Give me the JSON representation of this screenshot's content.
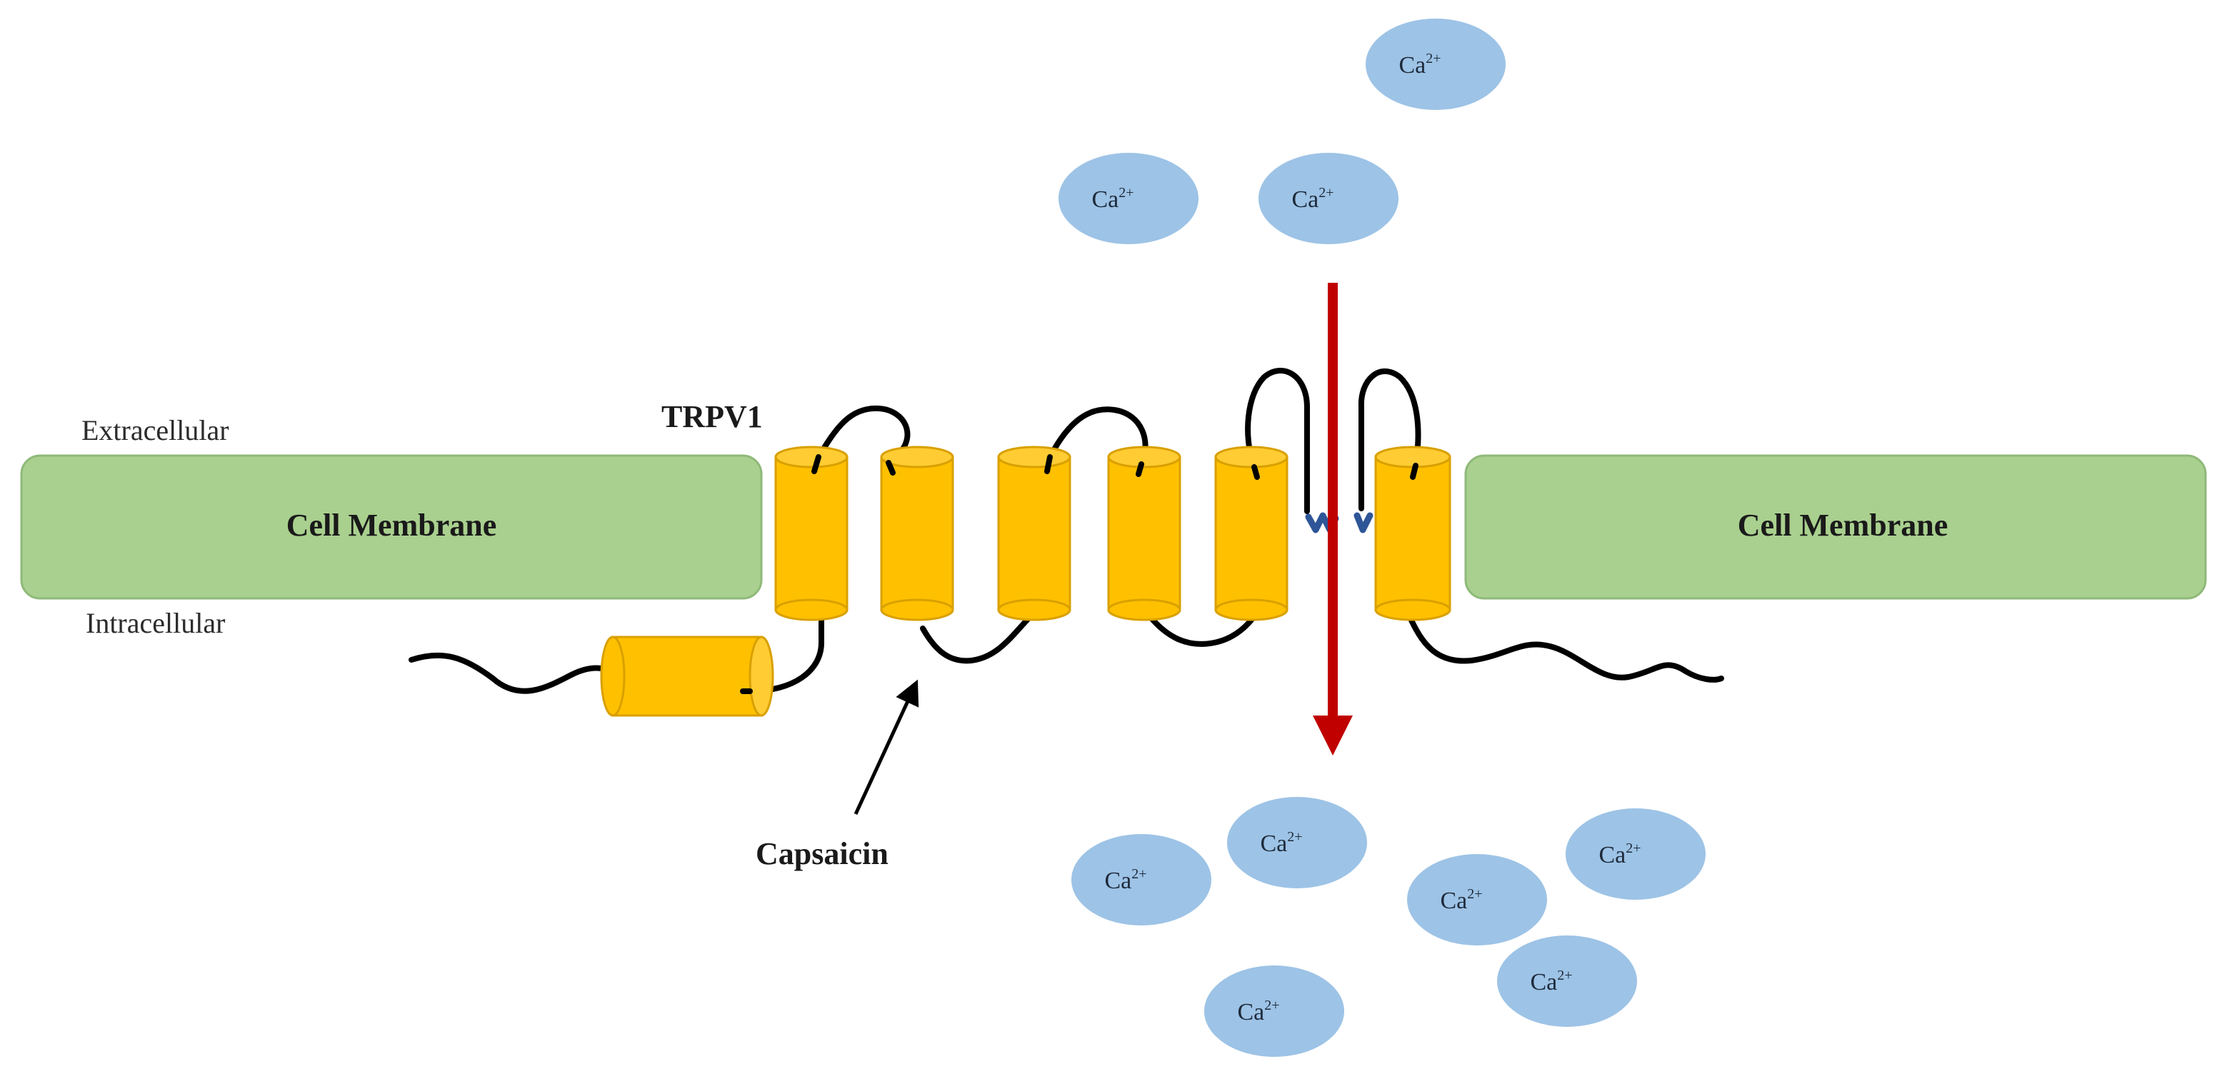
{
  "labels": {
    "extracellular": "Extracellular",
    "intracellular": "Intracellular",
    "channel": "TRPV1",
    "activator": "Capsaicin"
  },
  "membrane": {
    "left_label": "Cell Membrane",
    "right_label": "Cell Membrane"
  },
  "ion": {
    "symbol": "Ca",
    "charge": "2+",
    "extracellular_count": 3,
    "intracellular_count": 6
  },
  "colors": {
    "membrane_fill": "#a9d08e",
    "membrane_stroke": "#8fb97a",
    "helix_fill": "#ffc000",
    "helix_stroke": "#d9a000",
    "ion_fill": "#9dc3e6",
    "loop_stroke": "#000000",
    "flux_arrow": "#c00000",
    "gate": "#2e5597"
  }
}
